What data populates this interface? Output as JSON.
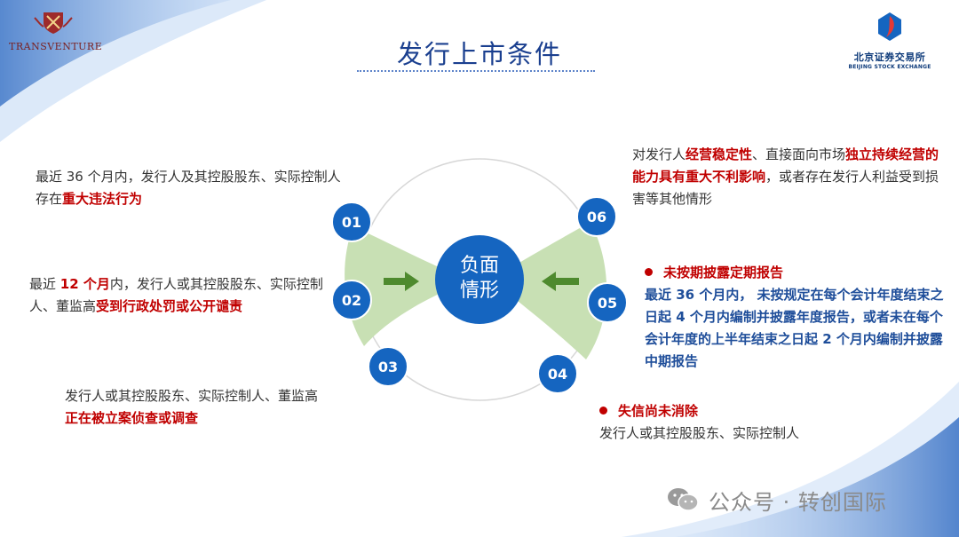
{
  "header": {
    "title": "发行上市条件",
    "left_logo_text": "TRANSVENTURE",
    "right_logo_cn": "北京证券交易所",
    "right_logo_en": "BEIJING STOCK EXCHANGE"
  },
  "center": {
    "line1": "负面",
    "line2": "情形"
  },
  "nodes": [
    "01",
    "02",
    "03",
    "04",
    "05",
    "06"
  ],
  "items": {
    "i01": {
      "a": "最近 36 个月内，发行人及其控股股东、实际控制人",
      "b": "存在",
      "c": "重大违法行为"
    },
    "i02": {
      "a": "最近 ",
      "b": "12 个月",
      "c": "内，发行人或其控股股东、实际控制人、董监高",
      "d": "受到行政处罚或公开谴责"
    },
    "i03": {
      "a": "发行人或其控股股东、实际控制人、董监高",
      "b": "正在被立案侦查或调查"
    },
    "i04": {
      "heading": "失信尚未消除",
      "body": "发行人或其控股股东、实际控制人"
    },
    "i05": {
      "heading": "未按期披露定期报告",
      "a": "最近 36 个月内， 未按规定在每个会计年度结束之日起 4 个月内编制并披露年度报告，或者未在每个会计年度的上半年结束之日起 2 个月内编制并披露中期报告"
    },
    "i06": {
      "a": "对发行人",
      "b": "经营稳定性",
      "c": "、直接面向市场",
      "d": "独立持续经营的能力具有重大不利影响",
      "e": "，或者存在发行人利益受到损害等其他情形"
    }
  },
  "watermark": "公众号 · 转创国际",
  "colors": {
    "title": "#1a3f8f",
    "node": "#1565c0",
    "accent_red": "#c00000",
    "green_fan": "#c8e0b4",
    "arrow": "#4e8a2e"
  }
}
